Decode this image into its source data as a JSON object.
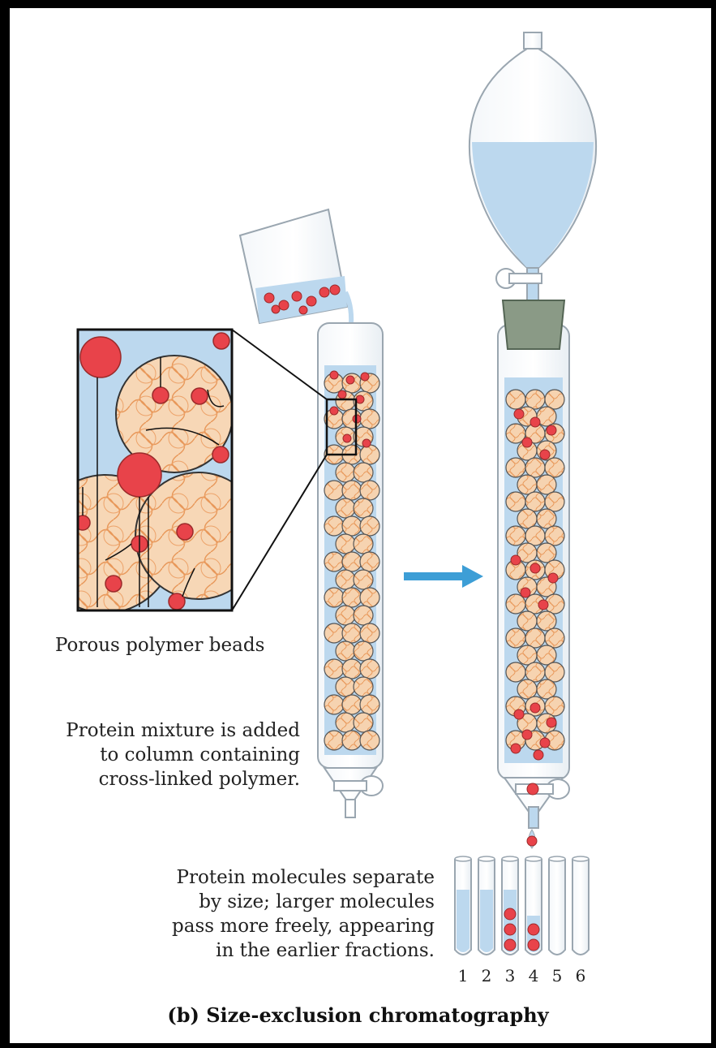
{
  "labels": {
    "beads": "Porous polymer beads",
    "mixture": [
      "Protein mixture is added",
      "to column containing",
      "cross-linked polymer."
    ],
    "separate": [
      "Protein molecules separate",
      "by size; larger molecules",
      "pass more freely, appearing",
      "in the earlier fractions."
    ],
    "caption": "(b) Size-exclusion chromatography"
  },
  "fractions": [
    {
      "number": "1",
      "liquid": true,
      "proteins": 0
    },
    {
      "number": "2",
      "liquid": true,
      "proteins": 0
    },
    {
      "number": "3",
      "liquid": true,
      "proteins": 3
    },
    {
      "number": "4",
      "liquid": true,
      "proteins": 2
    },
    {
      "number": "5",
      "liquid": false,
      "proteins": 0
    },
    {
      "number": "6",
      "liquid": false,
      "proteins": 0
    }
  ],
  "colors": {
    "buffer": "#bcd8ee",
    "protein_large": "#e8434a",
    "bead": "#f2c49a",
    "bead_fiber": "#e8985a",
    "arrow": "#3d9ed6",
    "stopper": "#8a9a86"
  },
  "icons": [
    "beaker-icon",
    "column-icon",
    "separatory-funnel-icon",
    "stopcock-icon",
    "arrow-right-icon",
    "test-tube-icon"
  ]
}
